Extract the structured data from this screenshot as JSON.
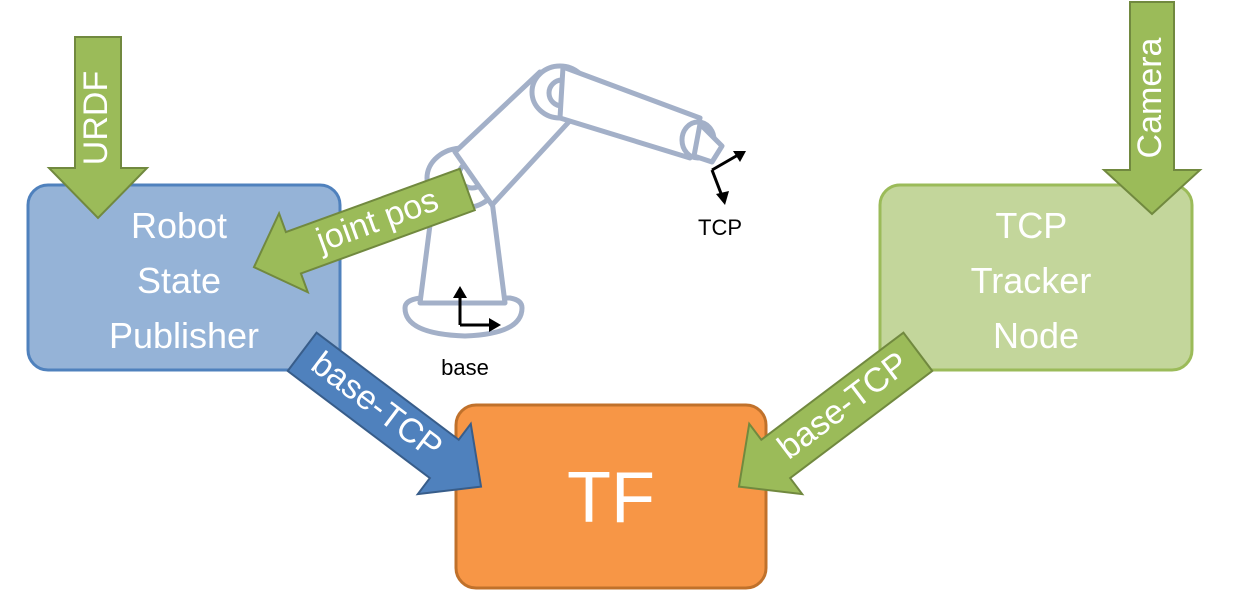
{
  "nodes": {
    "robot_state_publisher": [
      "Robot",
      "State",
      "Publisher"
    ],
    "tcp_tracker_node": [
      "TCP",
      "Tracker",
      "Node"
    ],
    "tf": "TF"
  },
  "arrows": {
    "urdf": "URDF",
    "camera": "Camera",
    "joint_pos": "joint pos",
    "base_tcp_left": "base-TCP",
    "base_tcp_right": "base-TCP"
  },
  "frames": {
    "base": "base",
    "tcp": "TCP"
  },
  "colors": {
    "blue_box": "#95b3d7",
    "blue_border": "#4f81bd",
    "green_box": "#c3d69b",
    "green_border": "#9bbb59",
    "green_arrow": "#9bbb59",
    "orange_box": "#f79646",
    "orange_border": "#c0712b",
    "blue_arrow": "#4f81bd",
    "robot_outline": "#a3b0c8"
  }
}
